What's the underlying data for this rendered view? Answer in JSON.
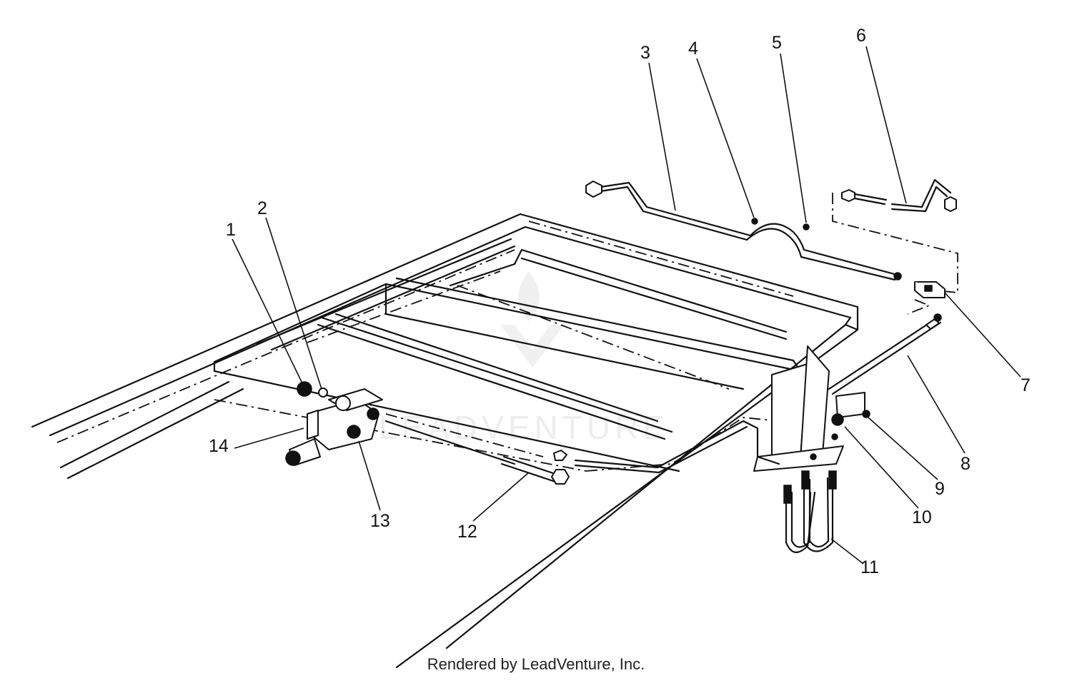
{
  "credit": "Rendered by LeadVenture, Inc.",
  "watermark": "LEADVENTURE",
  "callouts": [
    "1",
    "2",
    "3",
    "4",
    "5",
    "6",
    "7",
    "8",
    "9",
    "10",
    "11",
    "12",
    "13",
    "14"
  ]
}
